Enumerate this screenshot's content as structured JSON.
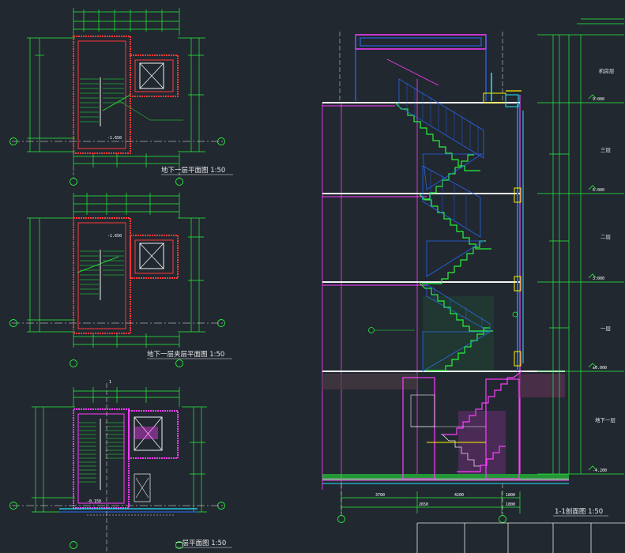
{
  "drawing": {
    "titles": {
      "plan_b1": "地下一层平面图 1:50",
      "plan_b1_mezz": "地下一层夹层平面图 1:50",
      "plan_1f": "一层平面图 1:50",
      "section": "1-1剖面图 1:50"
    },
    "floor_labels": [
      "机房层",
      "三层",
      "二层",
      "一层",
      "地下一层"
    ],
    "plan_labels": {
      "stair_mark_b1": "-1.650",
      "stair_mark_mezz": "-1.650",
      "mark_1f": "-0.150",
      "section_mark": "1"
    },
    "section_dims": {
      "bottom_row1": [
        "3700",
        "4200",
        "1800"
      ],
      "bottom_row2": [
        "2650",
        "1800"
      ],
      "levels": [
        "9.000",
        "6.000",
        "3.000",
        "±0.000",
        "-4.200"
      ]
    },
    "colors": {
      "background": "#212830",
      "wall_red": "#ff3a3a",
      "dim_green": "#27f23a",
      "stair_blue": "#2a6bff",
      "accent_magenta": "#ff3cff",
      "yellow": "#fff200",
      "cyan": "#22e6ff",
      "white": "#f2f2f2"
    }
  }
}
